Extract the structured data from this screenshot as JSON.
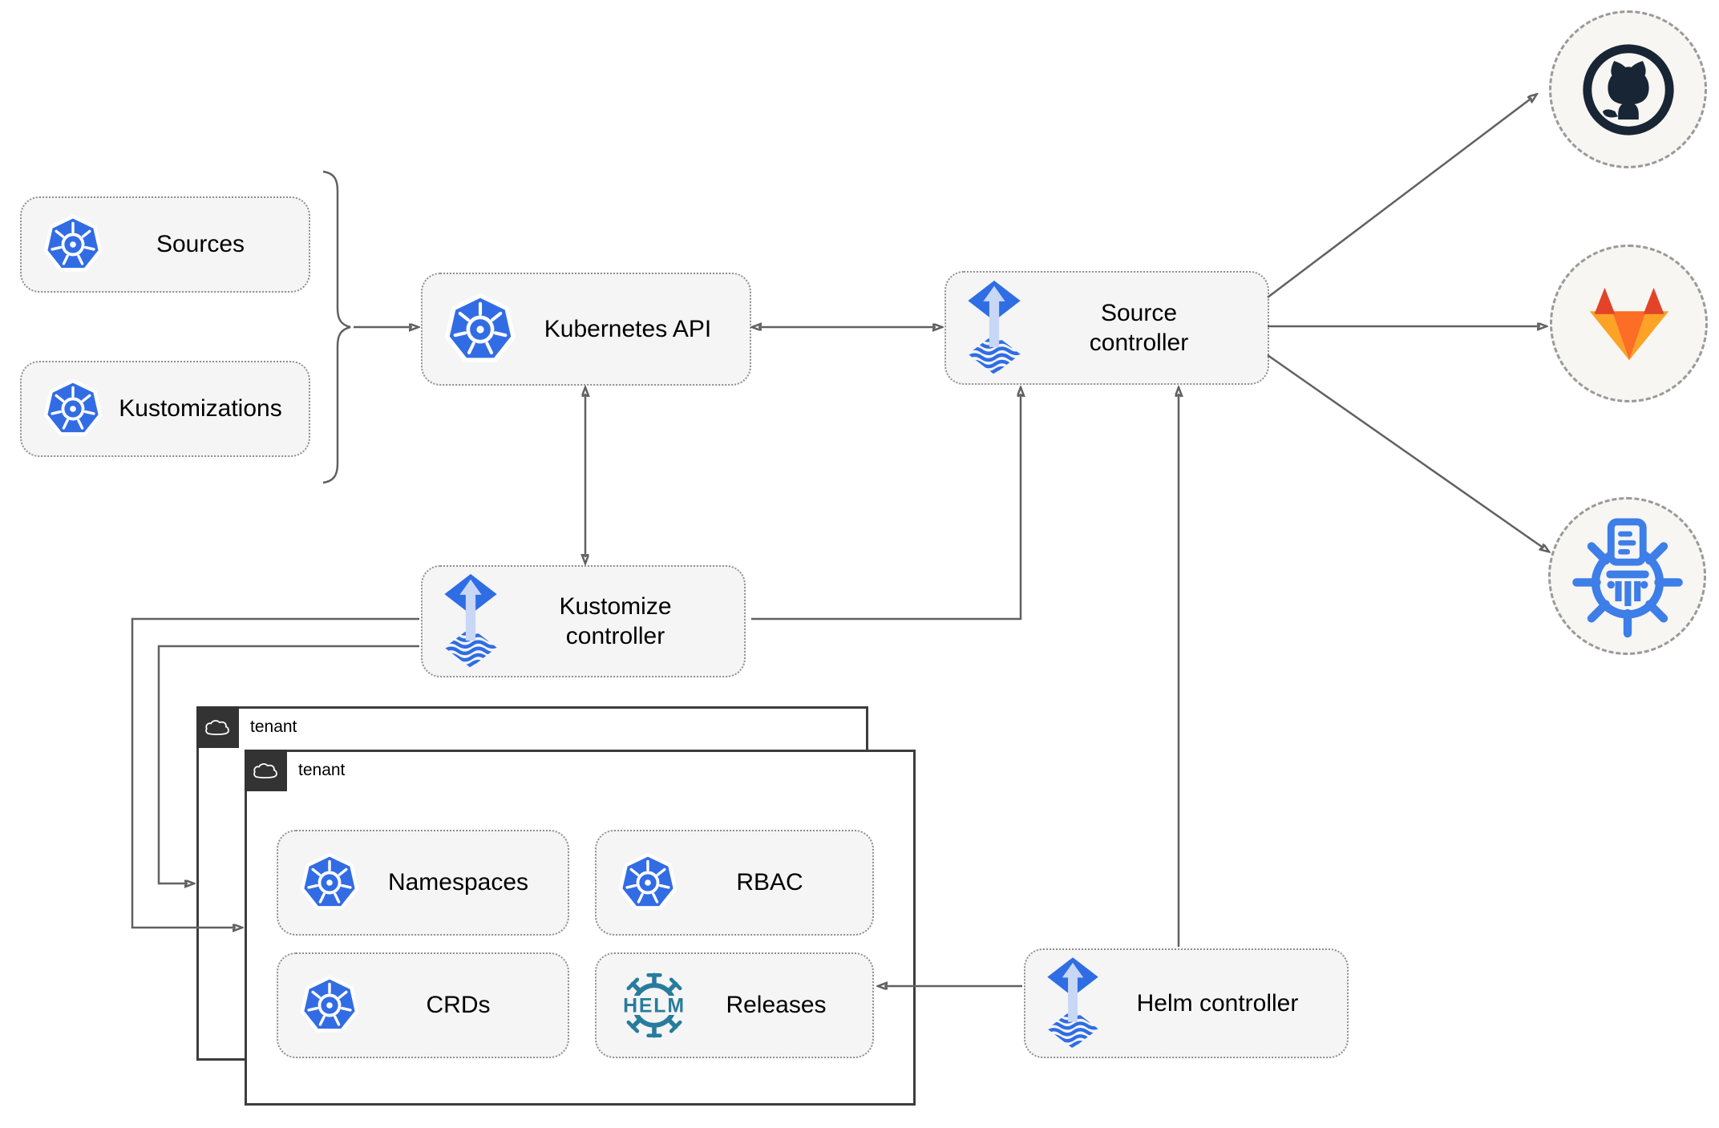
{
  "diagram": {
    "boxes": {
      "sources": {
        "label": "Sources",
        "icon": "kubernetes-icon"
      },
      "kustomizations": {
        "label": "Kustomizations",
        "icon": "kubernetes-icon"
      },
      "kubernetes_api": {
        "label": "Kubernetes API",
        "icon": "kubernetes-icon"
      },
      "source_controller": {
        "label": "Source controller",
        "icon": "flux-icon"
      },
      "kustomize_controller": {
        "label": "Kustomize controller",
        "icon": "flux-icon"
      },
      "helm_controller": {
        "label": "Helm controller",
        "icon": "flux-icon"
      }
    },
    "tenants": {
      "back": {
        "label": "tenant"
      },
      "front": {
        "label": "tenant"
      }
    },
    "resources": [
      {
        "label": "Namespaces",
        "icon": "kubernetes-icon"
      },
      {
        "label": "RBAC",
        "icon": "kubernetes-icon"
      },
      {
        "label": "CRDs",
        "icon": "kubernetes-icon"
      },
      {
        "label": "Releases",
        "icon": "helm-icon"
      }
    ],
    "helm_logo_text": "HELM",
    "externals": [
      {
        "name": "github",
        "icon": "github-icon"
      },
      {
        "name": "gitlab",
        "icon": "gitlab-icon"
      },
      {
        "name": "harbor",
        "icon": "harbor-registry-icon"
      }
    ],
    "colors": {
      "kubernetes_blue": "#326ce5",
      "flux_blue": "#2f6de4",
      "flux_light": "#c7d7f5",
      "helm_teal": "#277c9d",
      "github_dark": "#182534",
      "gitlab_red": "#e24329",
      "gitlab_orange": "#fc6d26",
      "gitlab_light_orange": "#fca326",
      "harbor_blue": "#3d7ee8",
      "arrow_gray": "#616161",
      "box_fill": "#f5f5f5",
      "tenant_tab": "#333333"
    }
  }
}
